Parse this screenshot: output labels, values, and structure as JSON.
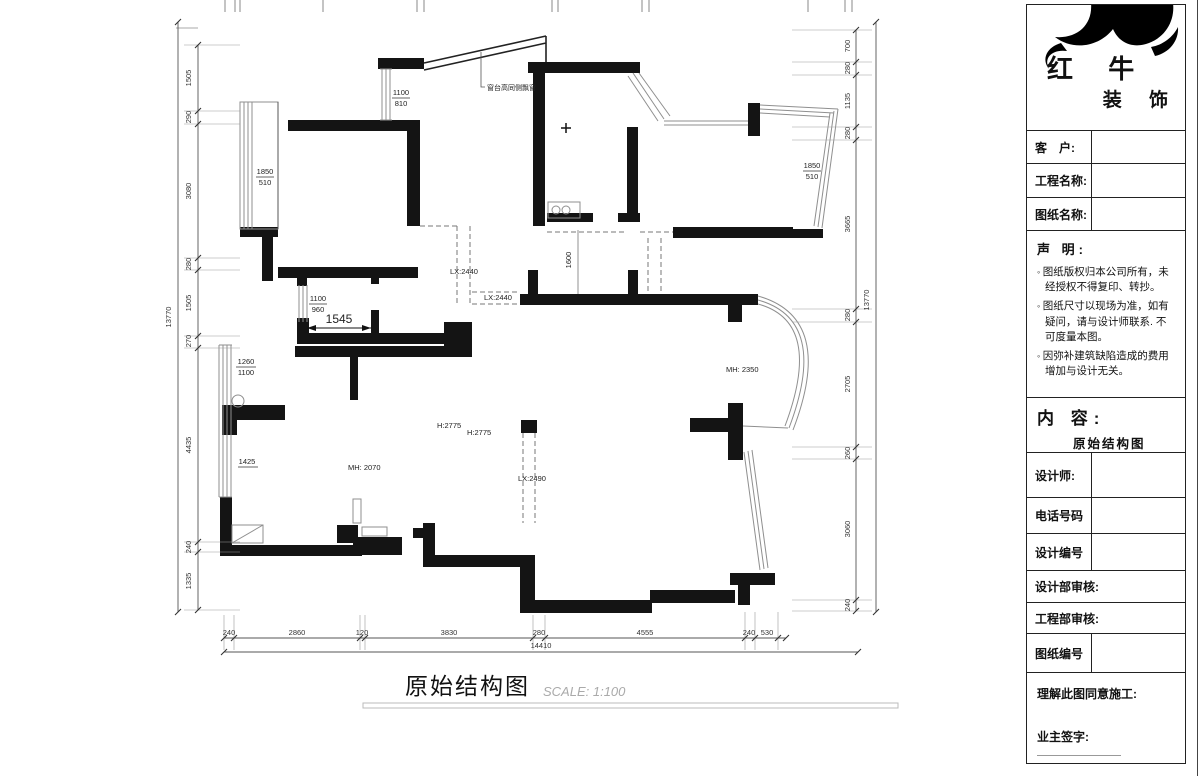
{
  "plan": {
    "title": "原始结构图",
    "scale_label": "SCALE: 1:100",
    "note_bay_window": "窗台高同侧飘窗",
    "labels": {
      "win_tl_top": "1100",
      "win_tl_bot": "810",
      "win_left_top": "1850",
      "win_left_bot": "510",
      "win_right_top": "1850",
      "win_right_bot": "510",
      "win_mid_top": "1100",
      "win_mid_bot": "960",
      "win_ll_top": "1260",
      "win_ll_bot": "1100",
      "dim_1545": "1545",
      "dim_1600": "1600",
      "dim_1425": "1425",
      "beam_a": "LX:2440",
      "beam_b": "LX:2440",
      "beam_c": "LX:2490",
      "height_a": "H:2775",
      "height_b": "H:2775",
      "door_a": "MH: 2070",
      "door_b": "MH: 2350"
    },
    "dims": {
      "left": [
        "1505",
        "290",
        "3080",
        "280",
        "1505",
        "270",
        "4435",
        "240",
        "1335"
      ],
      "left_total": "13770",
      "right": [
        "700",
        "280",
        "1135",
        "280",
        "3665",
        "280",
        "2705",
        "260",
        "3060",
        "240"
      ],
      "right_total": "13770",
      "bottom": [
        "240",
        "2860",
        "120",
        "3830",
        "280",
        "4555",
        "240",
        "530"
      ],
      "bottom_total": "14410"
    }
  },
  "titleblock": {
    "brand": {
      "name_l1": "红 牛",
      "name_l2": "装 饰"
    },
    "fields_top": [
      {
        "label": "客　户:"
      },
      {
        "label": "工程名称:"
      },
      {
        "label": "图纸名称:"
      }
    ],
    "statement": {
      "heading": "声 明:",
      "items": [
        "图纸版权归本公司所有，未经授权不得复印、转抄。",
        "图纸尺寸以现场为准，如有疑问，请与设计师联系. 不可度量本图。",
        "因弥补建筑缺陷造成的费用增加与设计无关。"
      ]
    },
    "content": {
      "heading": "内 容:",
      "value": "原始结构图"
    },
    "fields_mid": [
      {
        "label": "设计师:"
      },
      {
        "label": "电话号码"
      },
      {
        "label": "设计编号"
      }
    ],
    "fields_bottom": [
      {
        "label": "设计部审核:"
      },
      {
        "label": "工程部审核:"
      },
      {
        "label": "图纸编号"
      }
    ],
    "footer": {
      "line1": "理解此图同意施工:",
      "line2": "业主签字:"
    }
  }
}
